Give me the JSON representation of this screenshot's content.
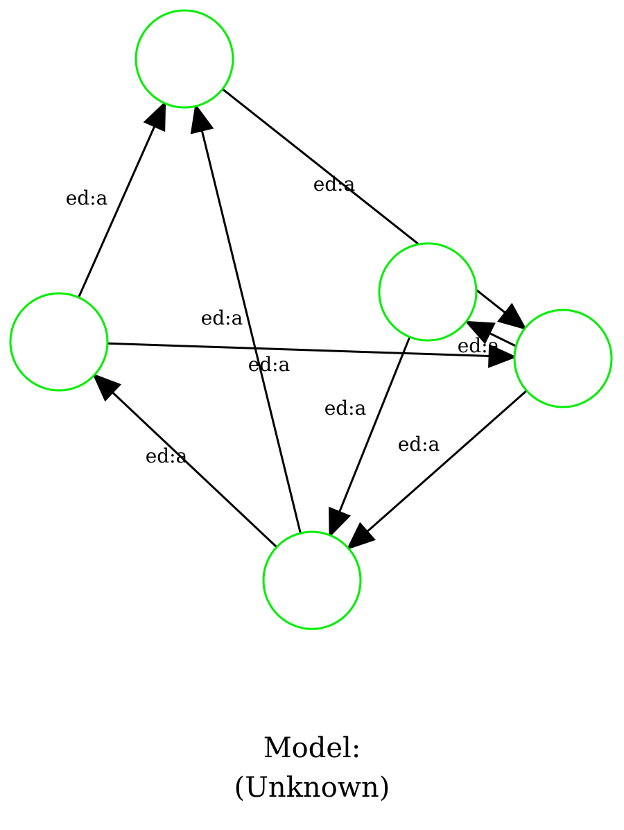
{
  "caption": {
    "line1": "Model:",
    "line2": "(Unknown)"
  },
  "colors": {
    "node_stroke": "#00ee00",
    "edge": "#000000"
  },
  "nodes": [
    {
      "id": "n_top"
    },
    {
      "id": "n_left"
    },
    {
      "id": "n_mid"
    },
    {
      "id": "n_right"
    },
    {
      "id": "n_bottom"
    }
  ],
  "edges": [
    {
      "from": "n_top",
      "to": "n_right",
      "label": "ed:a"
    },
    {
      "from": "n_left",
      "to": "n_top",
      "label": "ed:a"
    },
    {
      "from": "n_bottom",
      "to": "n_top",
      "label": "ed:a"
    },
    {
      "from": "n_left",
      "to": "n_right",
      "label": "ed:a"
    },
    {
      "from": "n_right",
      "to": "n_mid",
      "label": "ed:a"
    },
    {
      "from": "n_mid",
      "to": "n_bottom",
      "label": "ed:a"
    },
    {
      "from": "n_right",
      "to": "n_bottom",
      "label": "ed:a"
    },
    {
      "from": "n_bottom",
      "to": "n_left",
      "label": "ed:a"
    }
  ]
}
